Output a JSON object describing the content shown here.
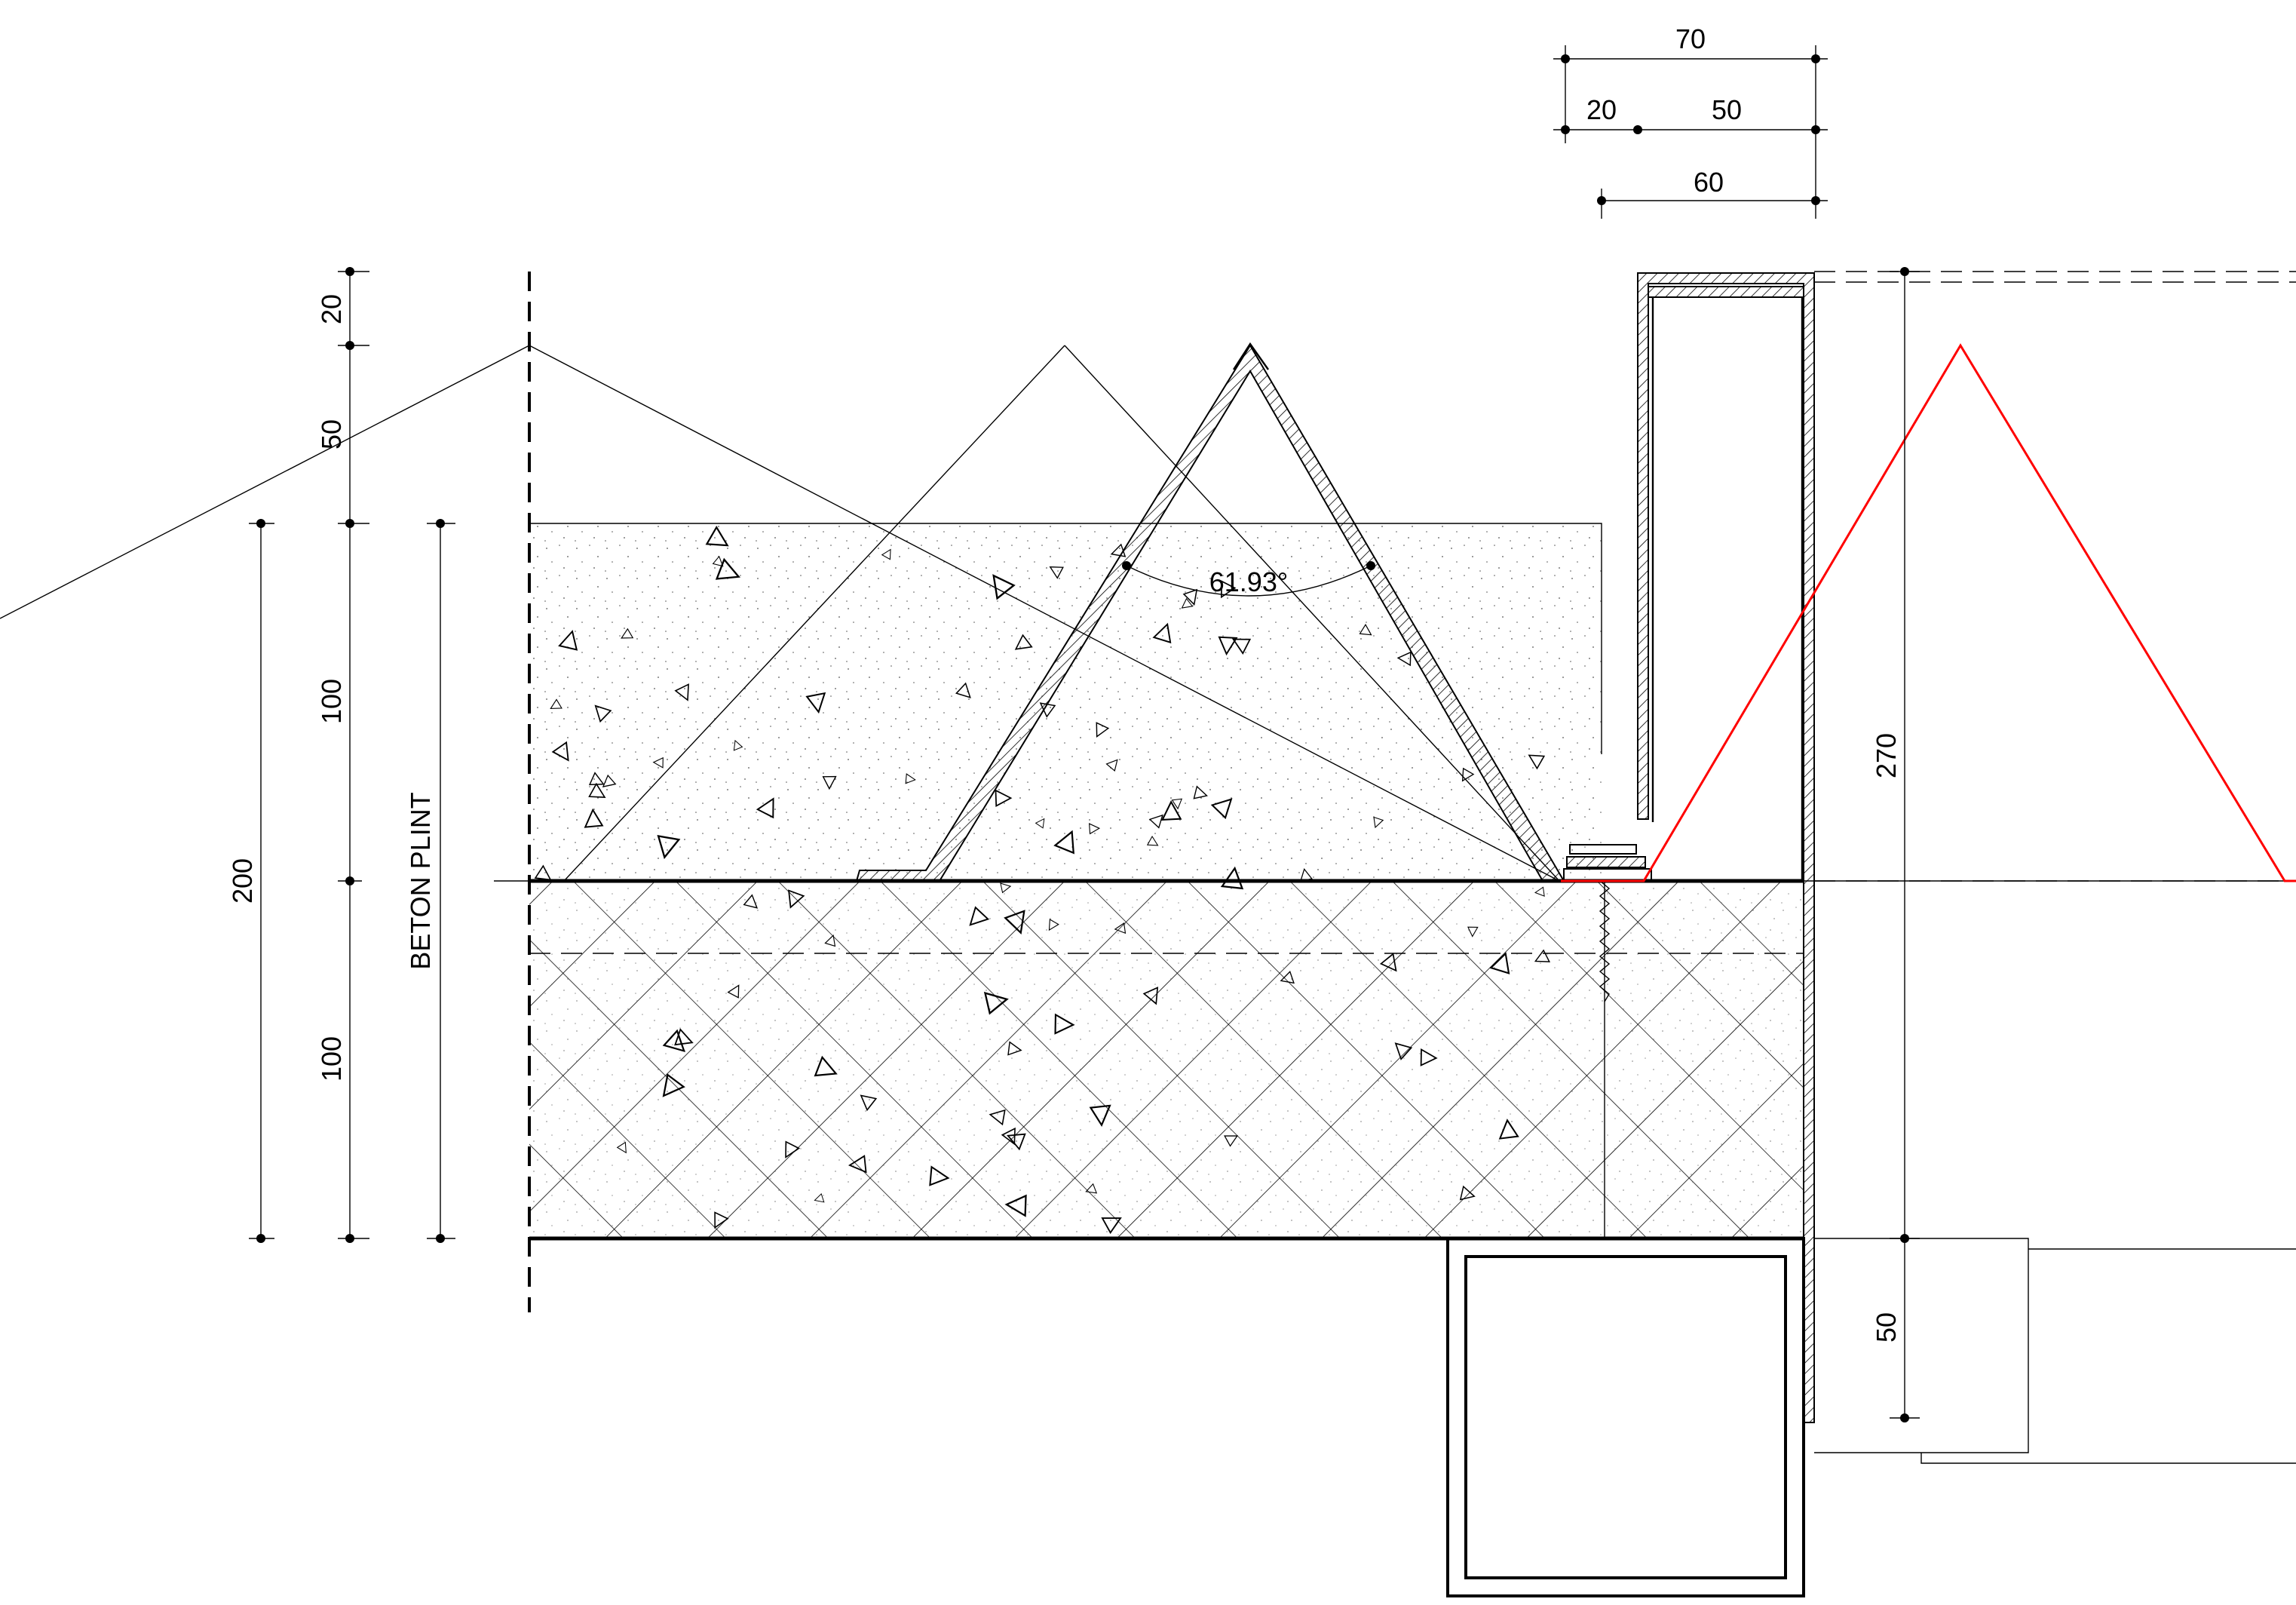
{
  "drawing": {
    "top_dimensions": [
      {
        "id": "dim-70",
        "label": "70"
      },
      {
        "id": "dim-20-top",
        "label": "20"
      },
      {
        "id": "dim-50-top",
        "label": "50"
      },
      {
        "id": "dim-60",
        "label": "60"
      }
    ],
    "left_dimensions": [
      {
        "id": "dim-20-left",
        "label": "20"
      },
      {
        "id": "dim-50-left",
        "label": "50"
      },
      {
        "id": "dim-100-upper",
        "label": "100"
      },
      {
        "id": "dim-100-lower",
        "label": "100"
      },
      {
        "id": "dim-200",
        "label": "200"
      }
    ],
    "right_dimensions": [
      {
        "id": "dim-270",
        "label": "270"
      },
      {
        "id": "dim-50-right",
        "label": "50"
      }
    ],
    "labels": {
      "beton_plint": "BETON PLINT",
      "angle": "61.93°"
    },
    "colors": {
      "line": "#000000",
      "highlight": "#ff0000",
      "background": "#ffffff"
    }
  }
}
